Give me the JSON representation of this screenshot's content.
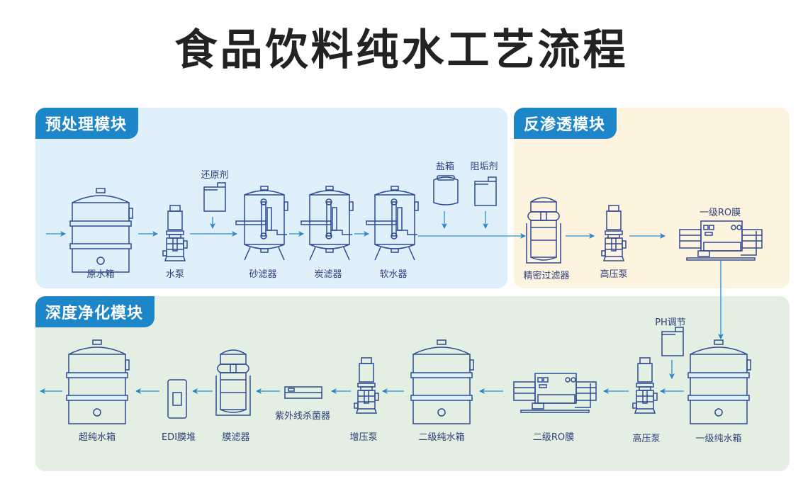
{
  "title": "食品饮料纯水工艺流程",
  "colors": {
    "badge": "#1d86c8",
    "pre_bg": "#dff0fa",
    "ro_bg": "#fdf3df",
    "deep_bg": "#e2efe2",
    "equipment": "#2f4a94",
    "arrow": "#3a8fd0"
  },
  "modules": {
    "pretreatment": {
      "label": "预处理模块"
    },
    "reverse_osmosis": {
      "label": "反渗透模块"
    },
    "deep_purification": {
      "label": "深度净化模块"
    }
  },
  "equipment": {
    "raw_tank": "原水箱",
    "water_pump": "水泵",
    "reductant": "还原剂",
    "sand_filter": "砂滤器",
    "carbon_filter": "炭滤器",
    "softener": "软水器",
    "salt_tank": "盐箱",
    "antiscalant": "阻垢剂",
    "precision_filter": "精密过滤器",
    "high_pressure_pump_1": "高压泵",
    "ro_1": "一级RO膜",
    "ph_adjust": "PH调节",
    "pure_tank_1": "一级纯水箱",
    "high_pressure_pump_2": "高压泵",
    "ro_2": "二级RO膜",
    "pure_tank_2": "二级纯水箱",
    "booster_pump": "增压泵",
    "uv_sterilizer": "紫外线杀菌器",
    "membrane_filter": "膜滤器",
    "edi_stack": "EDI膜堆",
    "ultrapure_tank": "超纯水箱"
  }
}
